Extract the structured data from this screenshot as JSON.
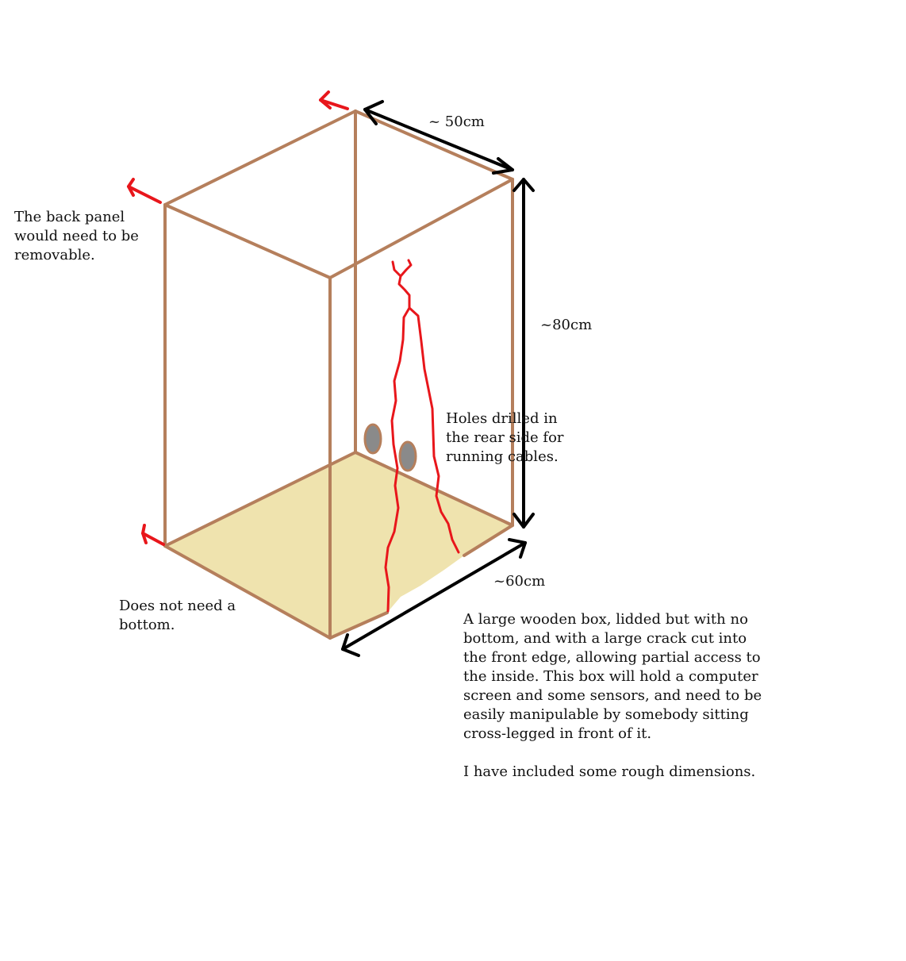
{
  "labels": {
    "dim_width": "~ 50cm",
    "dim_height": "~80cm",
    "dim_depth": "~60cm"
  },
  "notes": {
    "back_panel": "The back panel\nwould need to be\nremovable.",
    "holes": "Holes drilled in\nthe rear side for\nrunning cables.",
    "bottom": "Does not need a\nbottom.",
    "description": "A large wooden box, lidded but with no\nbottom, and with a large crack cut into\nthe front edge, allowing partial access to\nthe inside. This box will hold a computer\nscreen and some sensors, and need to be\neasily manipulable by somebody sitting\ncross-legged in front of it.\n\nI have included some rough dimensions."
  },
  "colors": {
    "frame": "#b57f5c",
    "floor": "#efe3ae",
    "crack": "#e8161b",
    "arrow_red": "#e8161b",
    "arrow_black": "#000000",
    "hole_fill": "#8a8a8a"
  }
}
